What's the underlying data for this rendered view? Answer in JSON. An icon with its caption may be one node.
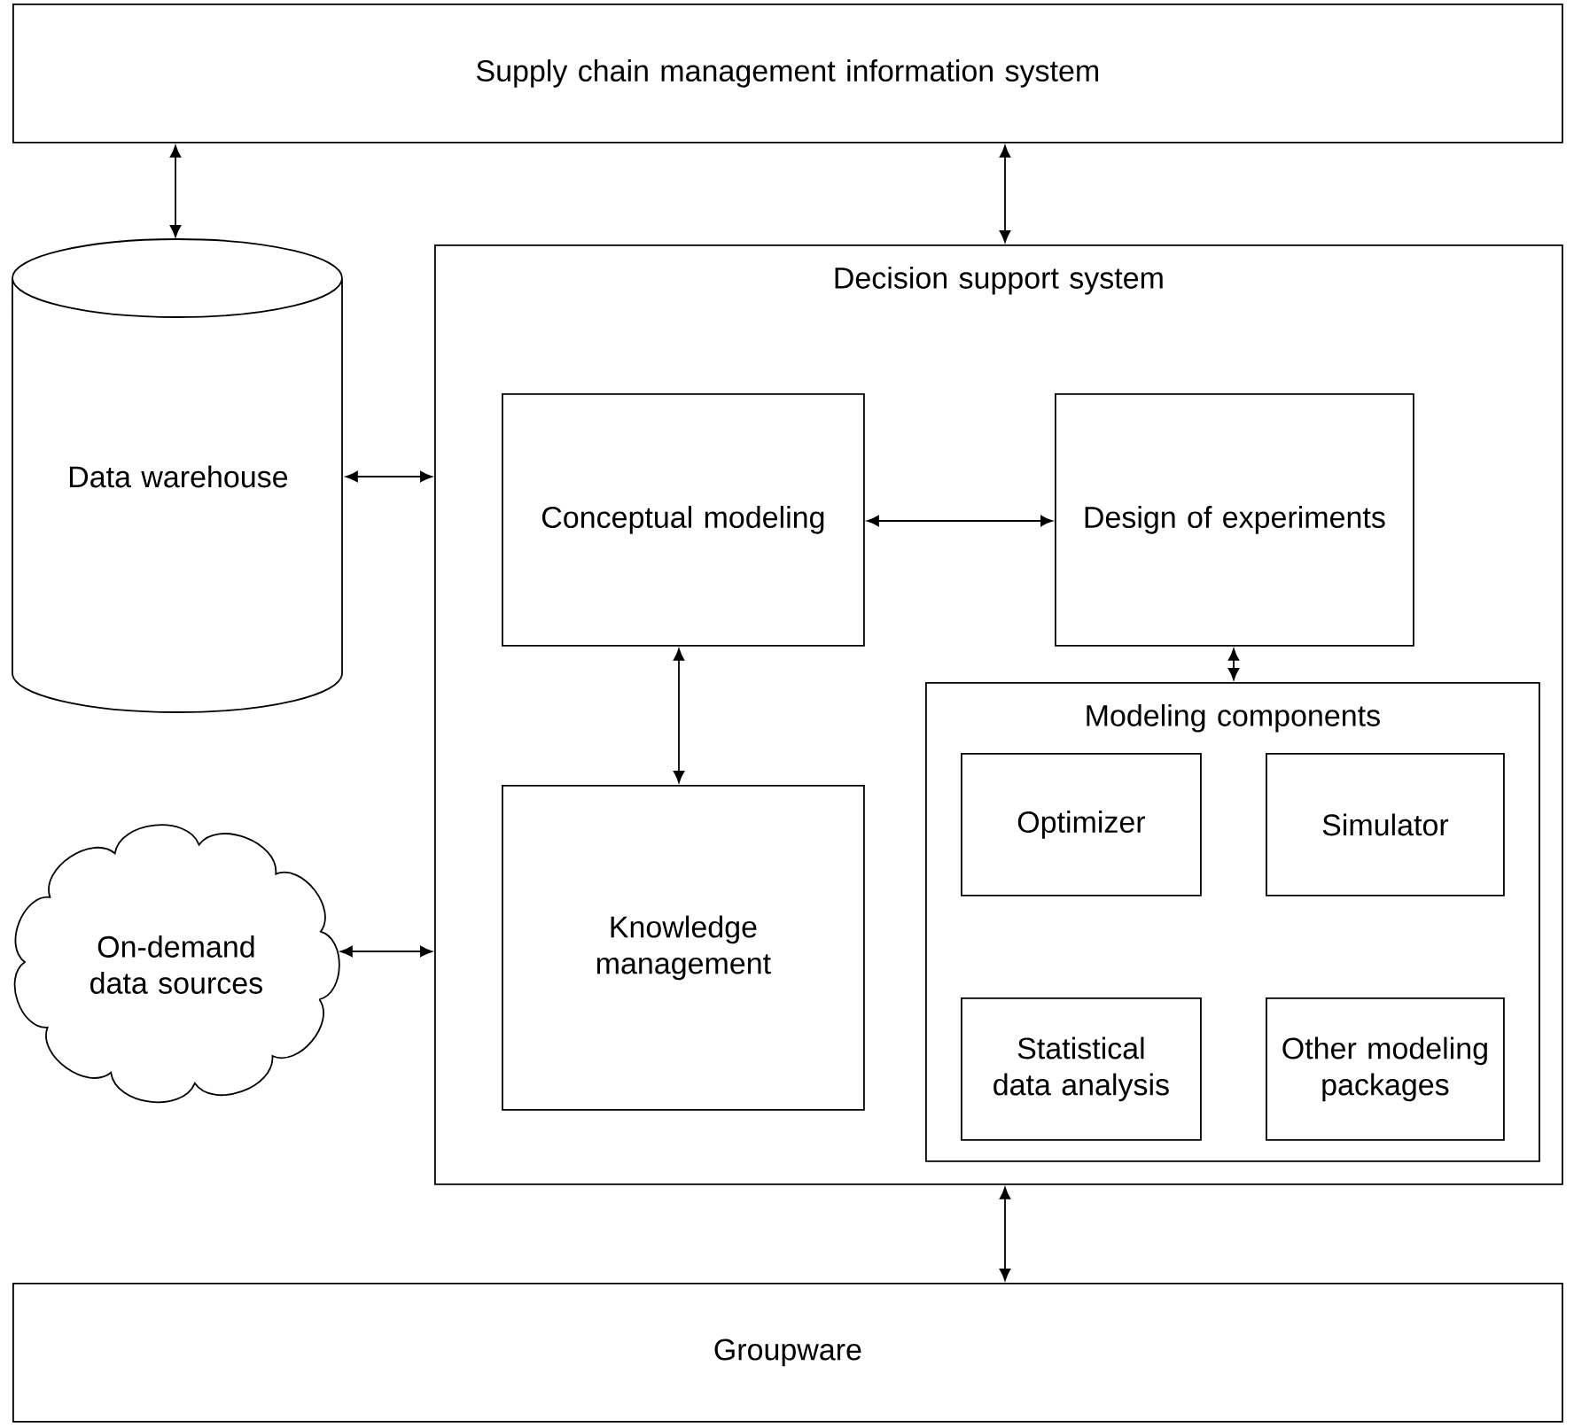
{
  "diagram": {
    "nodes": [
      {
        "text": [
          "Supply chain management information system"
        ]
      },
      {
        "text": [
          "Data warehouse"
        ]
      },
      {
        "text": [
          "Decision support system"
        ]
      },
      {
        "text": [
          "Conceptual modeling"
        ],
        "in": 2
      },
      {
        "text": [
          "Design of experiments"
        ],
        "in": 2
      },
      {
        "text": [
          "Knowledge management"
        ],
        "in": 2
      },
      {
        "text": [
          "Modeling components"
        ],
        "in": 2
      },
      {
        "text": [
          "Optimizer"
        ],
        "in": 6
      },
      {
        "text": [
          "Simulator"
        ],
        "in": 6
      },
      {
        "text": [
          "Statistical data analysis"
        ],
        "in": 6
      },
      {
        "text": [
          "Other modeling packages"
        ],
        "in": 6
      },
      {
        "text": [
          "On-demand data sources"
        ]
      },
      {
        "text": [
          "Groupware"
        ]
      }
    ],
    "edges": [
      {
        "from": 0,
        "to": 1,
        "arrow": "both"
      },
      {
        "from": 0,
        "to": 2,
        "arrow": "both"
      },
      {
        "from": 1,
        "to": 2,
        "arrow": "both"
      },
      {
        "from": 3,
        "to": 4,
        "arrow": "both"
      },
      {
        "from": 3,
        "to": 5,
        "arrow": "both"
      },
      {
        "from": 4,
        "to": 6,
        "arrow": "both"
      },
      {
        "from": 11,
        "to": 2,
        "arrow": "both"
      },
      {
        "from": 2,
        "to": 12,
        "arrow": "both"
      }
    ]
  }
}
